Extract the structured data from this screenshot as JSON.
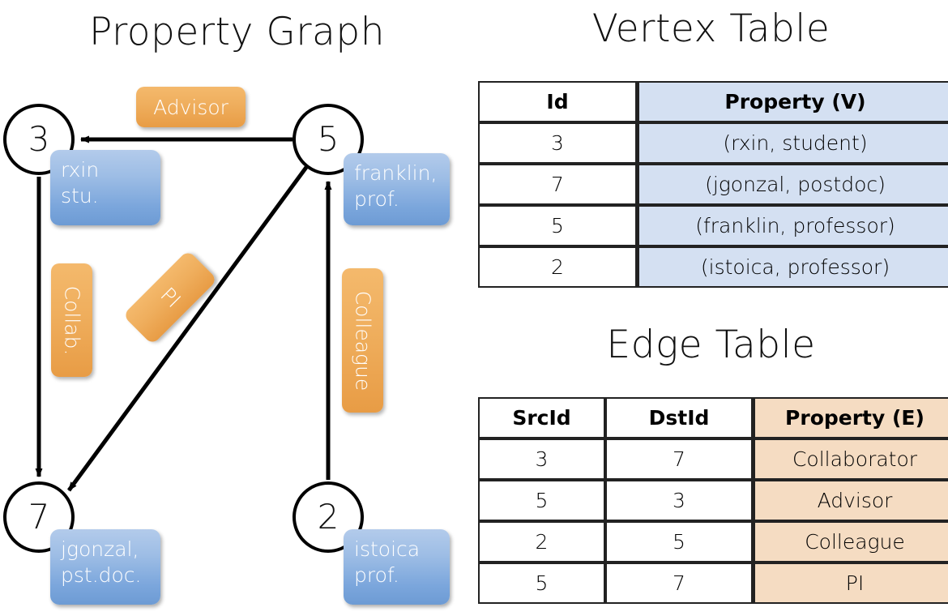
{
  "titles": {
    "property_graph": "Property Graph",
    "vertex_table": "Vertex Table",
    "edge_table": "Edge Table"
  },
  "graph": {
    "vertices": [
      {
        "id": "3",
        "name": "rxin",
        "role": "stu."
      },
      {
        "id": "5",
        "name": "franklin,",
        "role": "prof."
      },
      {
        "id": "7",
        "name": "jgonzal,",
        "role": "pst.doc."
      },
      {
        "id": "2",
        "name": "istoica",
        "role": "prof."
      }
    ],
    "edge_labels": {
      "advisor": "Advisor",
      "collab": "Collab.",
      "pi": "PI",
      "colleague": "Colleague"
    }
  },
  "vertex_table": {
    "headers": [
      "Id",
      "Property (V)"
    ],
    "rows": [
      {
        "id": "3",
        "property": "(rxin, student)"
      },
      {
        "id": "7",
        "property": "(jgonzal, postdoc)"
      },
      {
        "id": "5",
        "property": "(franklin, professor)"
      },
      {
        "id": "2",
        "property": "(istoica, professor)"
      }
    ]
  },
  "edge_table": {
    "headers": [
      "SrcId",
      "DstId",
      "Property (E)"
    ],
    "rows": [
      {
        "src": "3",
        "dst": "7",
        "property": "Collaborator"
      },
      {
        "src": "5",
        "dst": "3",
        "property": "Advisor"
      },
      {
        "src": "2",
        "dst": "5",
        "property": "Colleague"
      },
      {
        "src": "5",
        "dst": "7",
        "property": "PI"
      }
    ]
  },
  "colors": {
    "vertex_property_fill": "#d4e0f2",
    "edge_property_fill": "#f5dcc2",
    "node_box_blue": "#7ba6dc",
    "edge_label_orange": "#efae5d",
    "stroke": "#000000"
  }
}
